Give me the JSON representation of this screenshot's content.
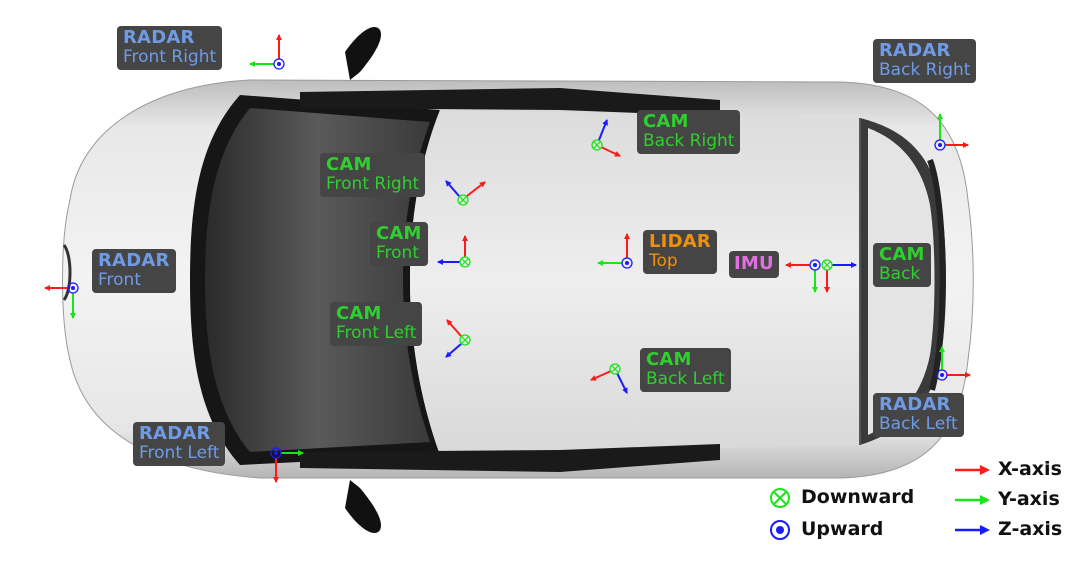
{
  "diagram": {
    "subject": "car-top-view",
    "colors": {
      "x_axis": "#ff1a1a",
      "y_axis": "#19e619",
      "z_axis": "#1a1aff",
      "radar_text": "#6f9be6",
      "cam_text": "#2fcf2f",
      "lidar_text": "#f0900a",
      "imu_text": "#e06fe0",
      "label_bg": "#454545"
    },
    "sensors": [
      {
        "id": "radar-front-right",
        "type": "RADAR",
        "position": "Front Right",
        "z_dir": "upward"
      },
      {
        "id": "radar-back-right",
        "type": "RADAR",
        "position": "Back Right",
        "z_dir": "upward"
      },
      {
        "id": "cam-back-right",
        "type": "CAM",
        "position": "Back Right",
        "z_dir": "downward"
      },
      {
        "id": "cam-front-right",
        "type": "CAM",
        "position": "Front Right",
        "z_dir": "downward"
      },
      {
        "id": "cam-front",
        "type": "CAM",
        "position": "Front",
        "z_dir": "downward"
      },
      {
        "id": "lidar-top",
        "type": "LIDAR",
        "position": "Top",
        "z_dir": "upward"
      },
      {
        "id": "imu",
        "type": "IMU",
        "position": "",
        "z_dir": "upward/downward"
      },
      {
        "id": "cam-back",
        "type": "CAM",
        "position": "Back",
        "z_dir": "downward"
      },
      {
        "id": "radar-front",
        "type": "RADAR",
        "position": "Front",
        "z_dir": "upward"
      },
      {
        "id": "cam-front-left",
        "type": "CAM",
        "position": "Front Left",
        "z_dir": "downward"
      },
      {
        "id": "cam-back-left",
        "type": "CAM",
        "position": "Back Left",
        "z_dir": "downward"
      },
      {
        "id": "radar-back-left",
        "type": "RADAR",
        "position": "Back Left",
        "z_dir": "upward"
      },
      {
        "id": "radar-front-left",
        "type": "RADAR",
        "position": "Front Left",
        "z_dir": "upward"
      }
    ],
    "legend": {
      "downward": "Downward",
      "upward": "Upward",
      "x_axis": "X-axis",
      "y_axis": "Y-axis",
      "z_axis": "Z-axis"
    }
  }
}
